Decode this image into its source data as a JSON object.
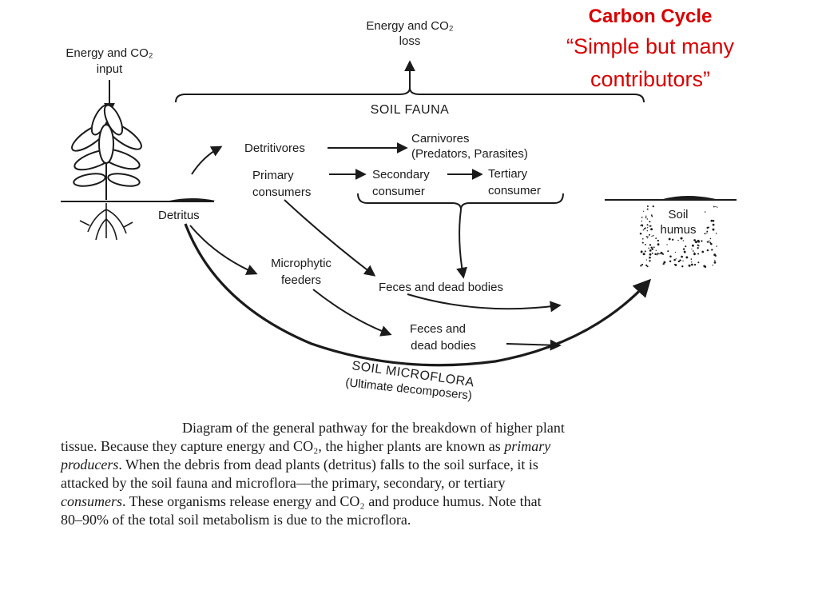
{
  "title": {
    "main": "Carbon Cycle",
    "subtitle_line1": "“Simple but many",
    "subtitle_line2": "contributors”"
  },
  "diagram": {
    "energy_input_line1": "Energy and CO₂",
    "energy_input_line2": "input",
    "energy_loss_line1": "Energy and CO₂",
    "energy_loss_line2": "loss",
    "soil_fauna": "SOIL FAUNA",
    "detritivores": "Detritivores",
    "carnivores_line1": "Carnivores",
    "carnivores_line2": "(Predators, Parasites)",
    "primary_line1": "Primary",
    "primary_line2": "consumers",
    "secondary_line1": "Secondary",
    "secondary_line2": "consumer",
    "tertiary_line1": "Tertiary",
    "tertiary_line2": "consumer",
    "detritus": "Detritus",
    "soil_humus_line1": "Soil",
    "soil_humus_line2": "humus",
    "microphytic_line1": "Microphytic",
    "microphytic_line2": "feeders",
    "feces_dead_bodies": "Feces and dead bodies",
    "feces2_line1": "Feces and",
    "feces2_line2": "dead bodies",
    "soil_microflora": "SOIL MICROFLORA",
    "ultimate_decomposers": "(Ultimate decomposers)"
  },
  "caption": {
    "line1": "Diagram of the general pathway for the breakdown of higher plant",
    "line2_a": "tissue. Because they capture energy and CO₂, the higher plants are known as ",
    "line2_em": "primary",
    "line3_em": "producers",
    "line3_b": ". When the debris from dead plants (detritus) falls to the soil surface, it is",
    "line4": "attacked by the soil fauna and microflora—the primary, secondary, or tertiary",
    "line5_em": "consumers",
    "line5_b": ". These organisms release energy and CO₂ and produce humus. Note that",
    "line6": "80–90% of the total soil metabolism is due to the microflora."
  }
}
